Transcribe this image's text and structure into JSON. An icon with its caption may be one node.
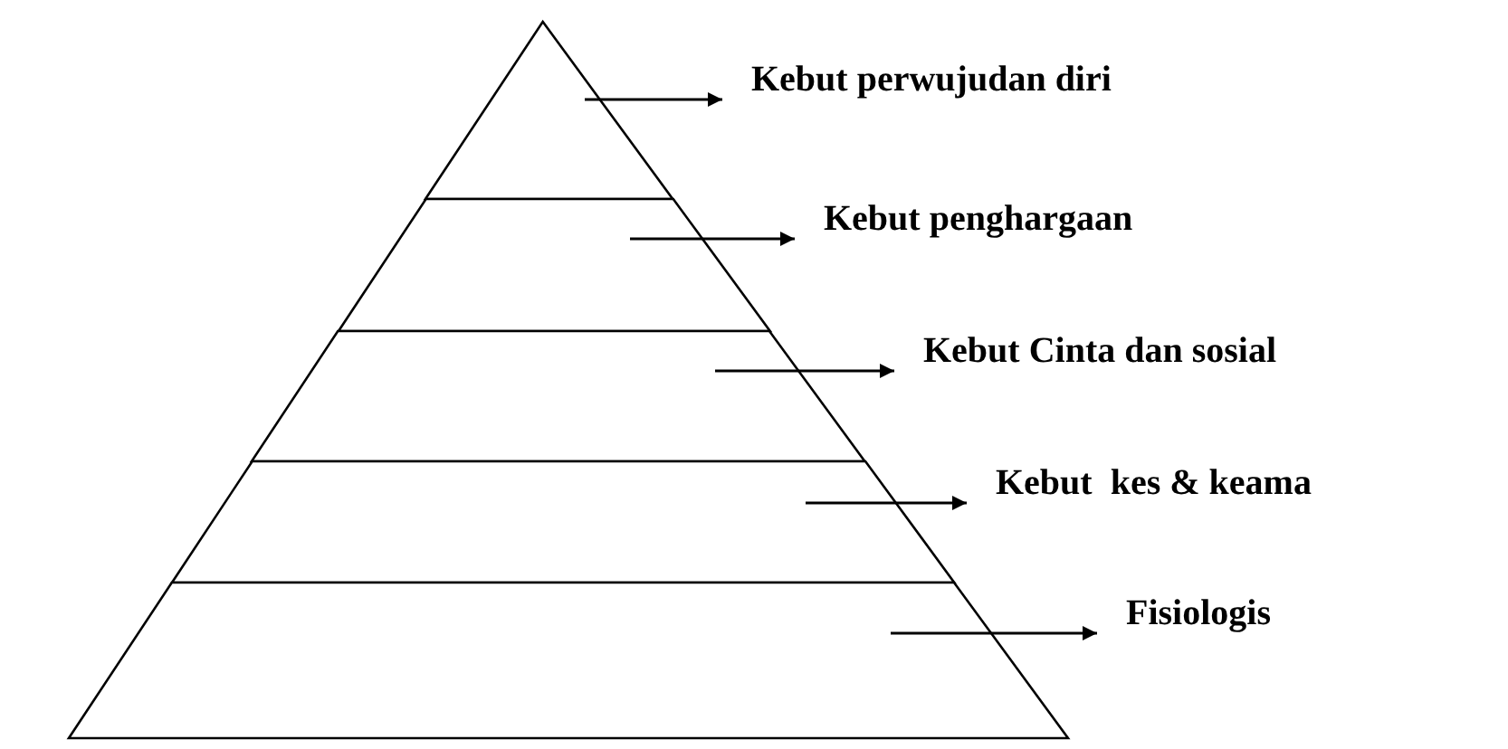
{
  "diagram": {
    "nodes": [
      {
        "text": [],
        "shape": "triangle"
      },
      {
        "text": [],
        "shape": "trapezoid"
      },
      {
        "text": [],
        "shape": "trapezoid"
      },
      {
        "text": [],
        "shape": "trapezoid"
      },
      {
        "text": [],
        "shape": "trapezoid"
      },
      {
        "text": [
          "Kebut perwujudan diri"
        ]
      },
      {
        "text": [
          "Kebut penghargaan"
        ]
      },
      {
        "text": [
          "Kebut Cinta dan sosial"
        ]
      },
      {
        "text": [
          "Kebut  kes & keama"
        ]
      },
      {
        "text": [
          "Fisiologis"
        ]
      }
    ],
    "edges": [
      {
        "from": 0,
        "to": 5,
        "arrow": "to"
      },
      {
        "from": 1,
        "to": 6,
        "arrow": "to"
      },
      {
        "from": 2,
        "to": 7,
        "arrow": "to"
      },
      {
        "from": 3,
        "to": 8,
        "arrow": "to"
      },
      {
        "from": 4,
        "to": 9,
        "arrow": "to"
      }
    ]
  }
}
